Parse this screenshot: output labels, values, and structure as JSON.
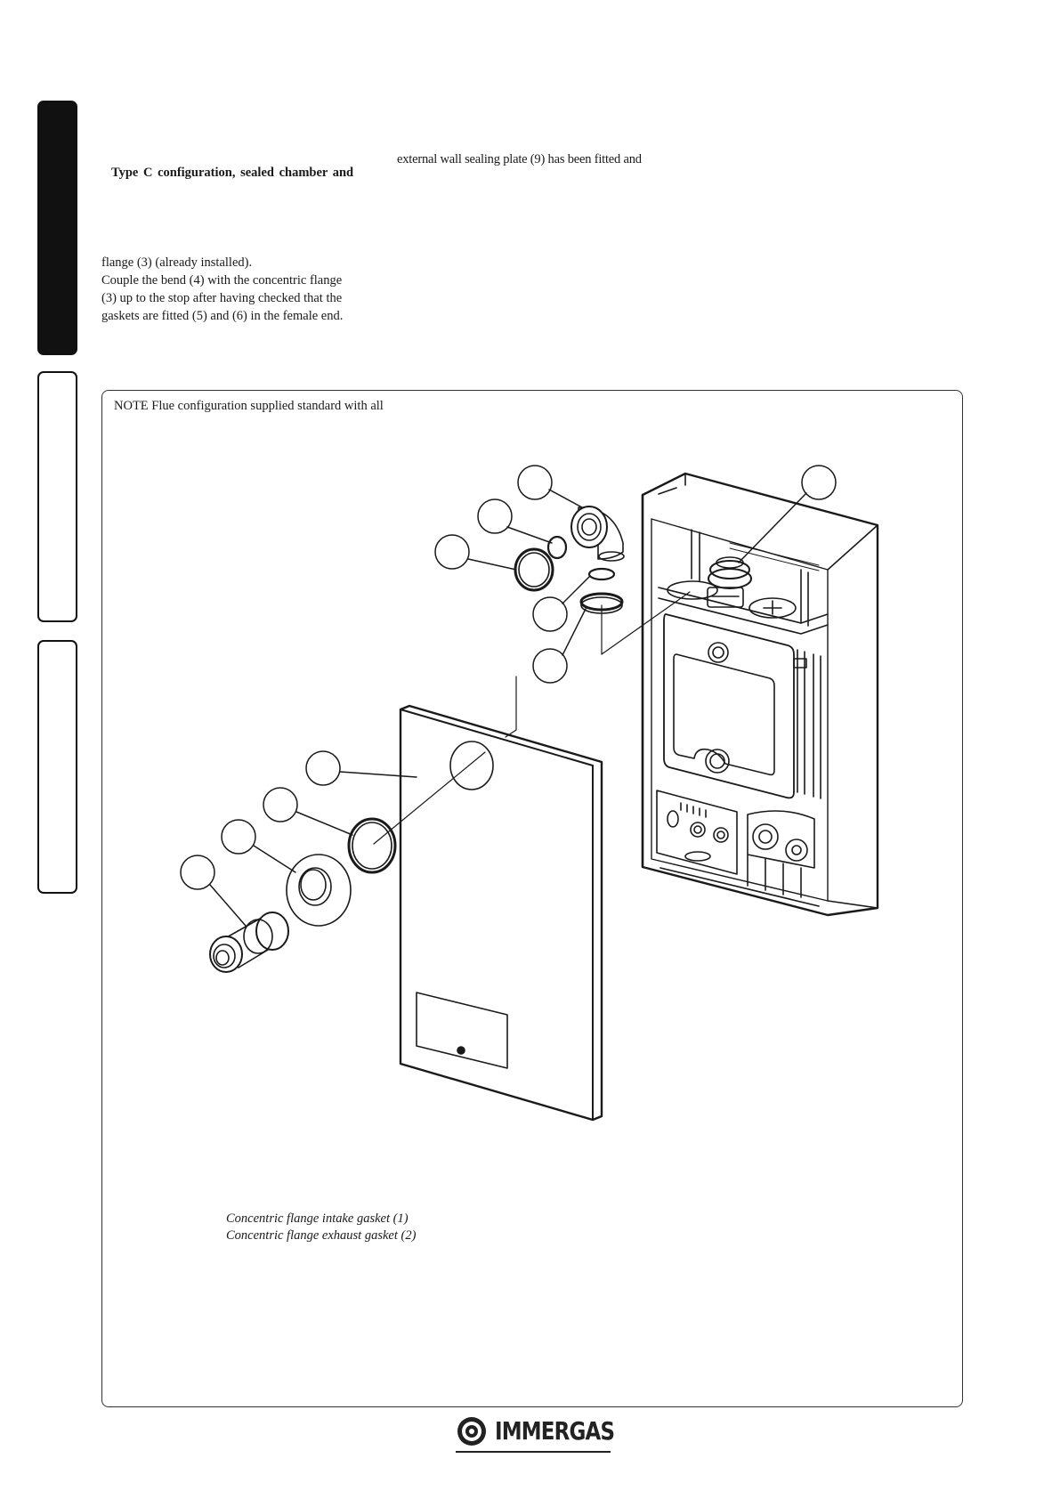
{
  "side_tabs": [
    {
      "name": "tab-installer",
      "active": true
    },
    {
      "name": "tab-user",
      "active": false
    },
    {
      "name": "tab-maintenance",
      "active": false
    }
  ],
  "text": {
    "heading": "Type C configuration, sealed chamber and",
    "right_line": "external wall sealing plate (9) has been fitted and",
    "para_line1": "flange (3) (already installed).",
    "para_line2": "Couple the bend (4) with the concentric flange",
    "para_line3": "(3) up to the stop after having checked that the",
    "para_line4": "gaskets are fitted (5) and (6) in the female end."
  },
  "figure": {
    "note": "NOTE Flue configuration supplied standard with all",
    "captions": [
      "Concentric flange intake gasket (1)",
      "Concentric flange exhaust gasket (2)"
    ]
  },
  "brand": {
    "name": "IMMERGAS",
    "color": "#222222"
  }
}
